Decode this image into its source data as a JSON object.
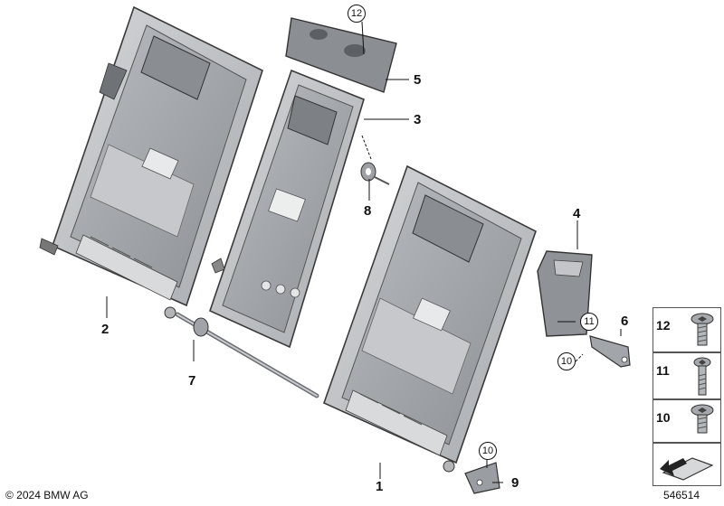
{
  "callouts": {
    "c1": "1",
    "c2": "2",
    "c3": "3",
    "c4": "4",
    "c5": "5",
    "c6": "6",
    "c7": "7",
    "c8": "8",
    "c9": "9",
    "c10a": "10",
    "c10b": "10",
    "c11": "11",
    "c12": "12"
  },
  "legend": {
    "items": [
      {
        "number": "12",
        "icon": "torx-screw-icon"
      },
      {
        "number": "11",
        "icon": "torx-bolt-icon"
      },
      {
        "number": "10",
        "icon": "torx-screw-icon"
      }
    ],
    "symbol": "arrow-icon"
  },
  "footer": {
    "copyright": "© 2024 BMW AG",
    "image_number": "546514"
  }
}
